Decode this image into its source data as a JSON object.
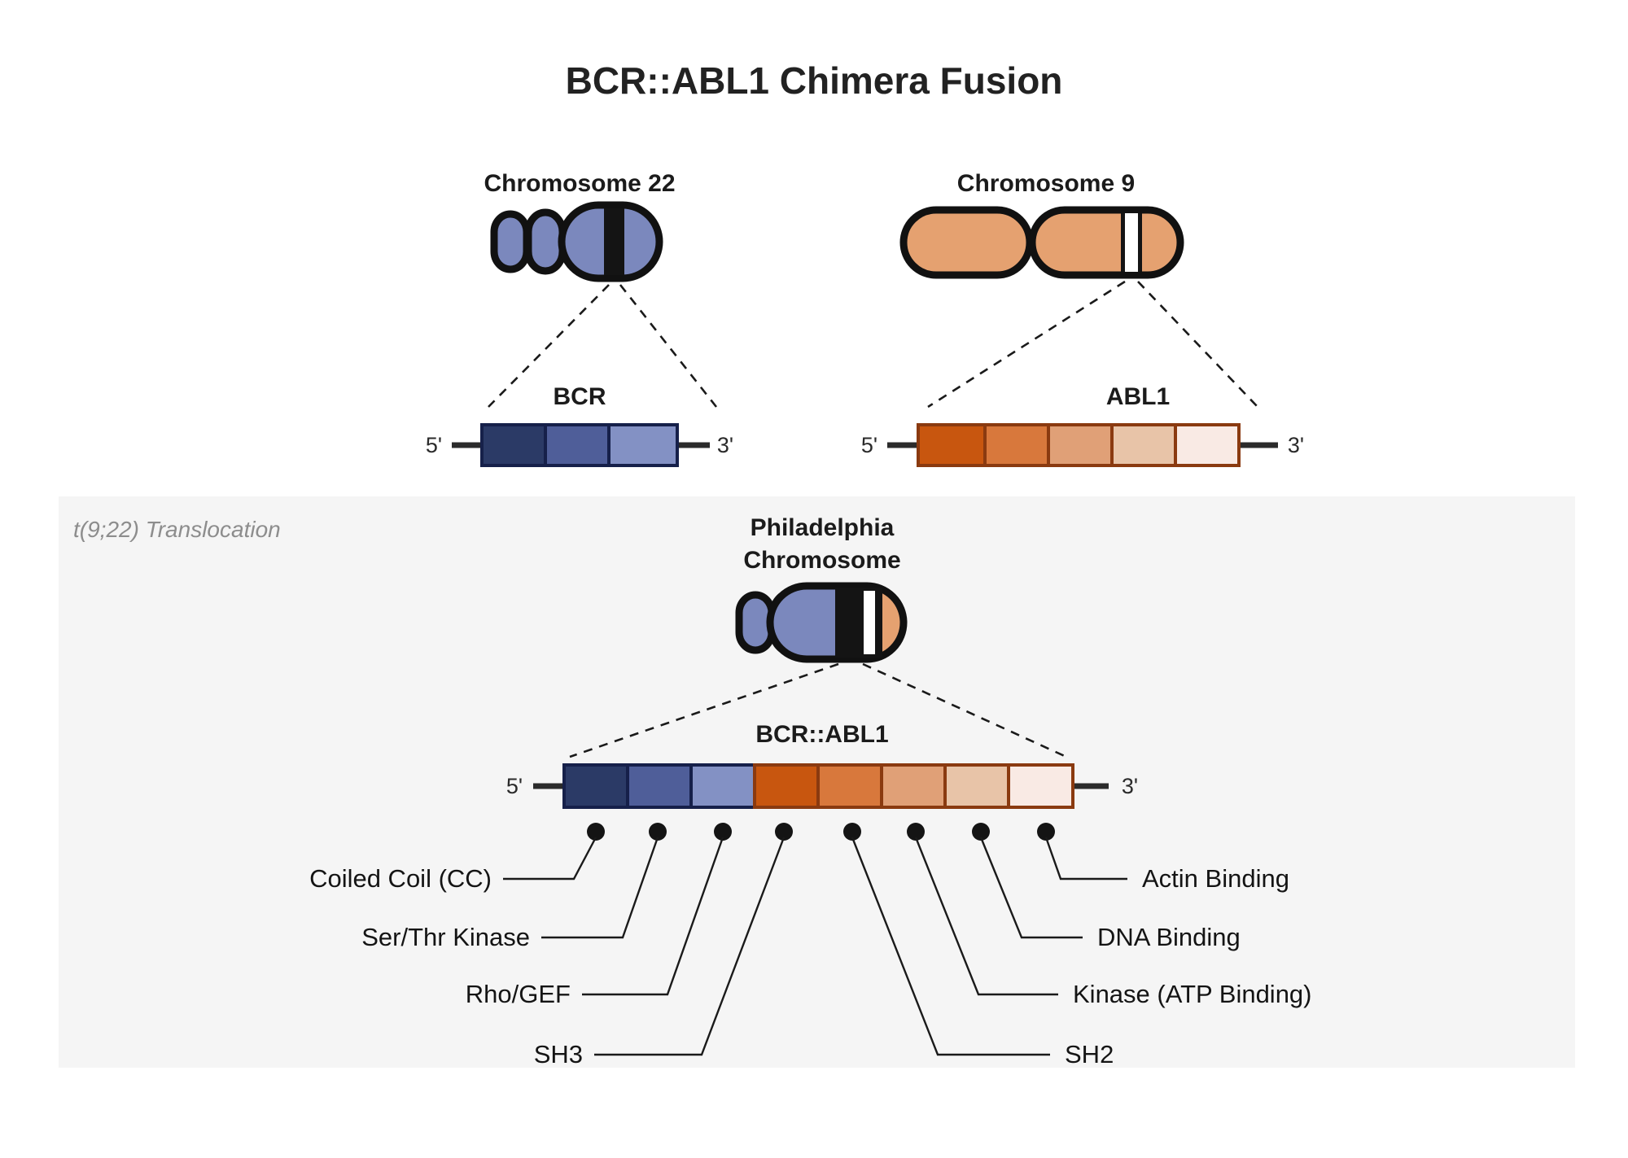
{
  "page": {
    "title": "BCR::ABL1 Chimera Fusion",
    "background": "#ffffff"
  },
  "colors": {
    "bcr_dark": "#2b3a66",
    "bcr_mid": "#4f5e99",
    "bcr_light": "#8391c4",
    "bcr_stroke": "#16204a",
    "abl1_1": "#c8560f",
    "abl1_2": "#d8783c",
    "abl1_3": "#e0a077",
    "abl1_4": "#e8c4a8",
    "abl1_5": "#f9eae4",
    "abl1_stroke": "#8a3a10",
    "chrom22_fill": "#7b88bd",
    "chrom9_fill": "#e5a170",
    "chrom_stroke": "#111111",
    "band_black": "#141414",
    "band_white": "#ffffff",
    "panel_bg": "#f5f5f5",
    "text": "#1b1b1b",
    "muted": "#8d8d8d"
  },
  "chromosome22": {
    "label": "Chromosome 22"
  },
  "chromosome9": {
    "label": "Chromosome 9"
  },
  "bcr_gene": {
    "label": "BCR",
    "five_prime": "5'",
    "three_prime": "3'",
    "segments": [
      {
        "name": "bcr-seg-1",
        "color": "#2b3a66"
      },
      {
        "name": "bcr-seg-2",
        "color": "#4f5e99"
      },
      {
        "name": "bcr-seg-3",
        "color": "#8391c4"
      }
    ]
  },
  "abl1_gene": {
    "label": "ABL1",
    "five_prime": "5'",
    "three_prime": "3'",
    "segments": [
      {
        "name": "abl1-seg-1",
        "color": "#c8560f"
      },
      {
        "name": "abl1-seg-2",
        "color": "#d8783c"
      },
      {
        "name": "abl1-seg-3",
        "color": "#e0a077"
      },
      {
        "name": "abl1-seg-4",
        "color": "#e8c4a8"
      },
      {
        "name": "abl1-seg-5",
        "color": "#f9eae4"
      }
    ]
  },
  "translocation_panel": {
    "tag": "t(9;22) Translocation",
    "philadelphia_label_line1": "Philadelphia",
    "philadelphia_label_line2": "Chromosome",
    "fusion": {
      "label": "BCR::ABL1",
      "five_prime": "5'",
      "three_prime": "3'"
    },
    "features_left": [
      {
        "label": "Coiled Coil (CC)"
      },
      {
        "label": "Ser/Thr Kinase"
      },
      {
        "label": "Rho/GEF"
      },
      {
        "label": "SH3"
      }
    ],
    "features_right": [
      {
        "label": "Actin Binding"
      },
      {
        "label": "DNA Binding"
      },
      {
        "label": "Kinase (ATP Binding)"
      },
      {
        "label": "SH2"
      }
    ]
  }
}
